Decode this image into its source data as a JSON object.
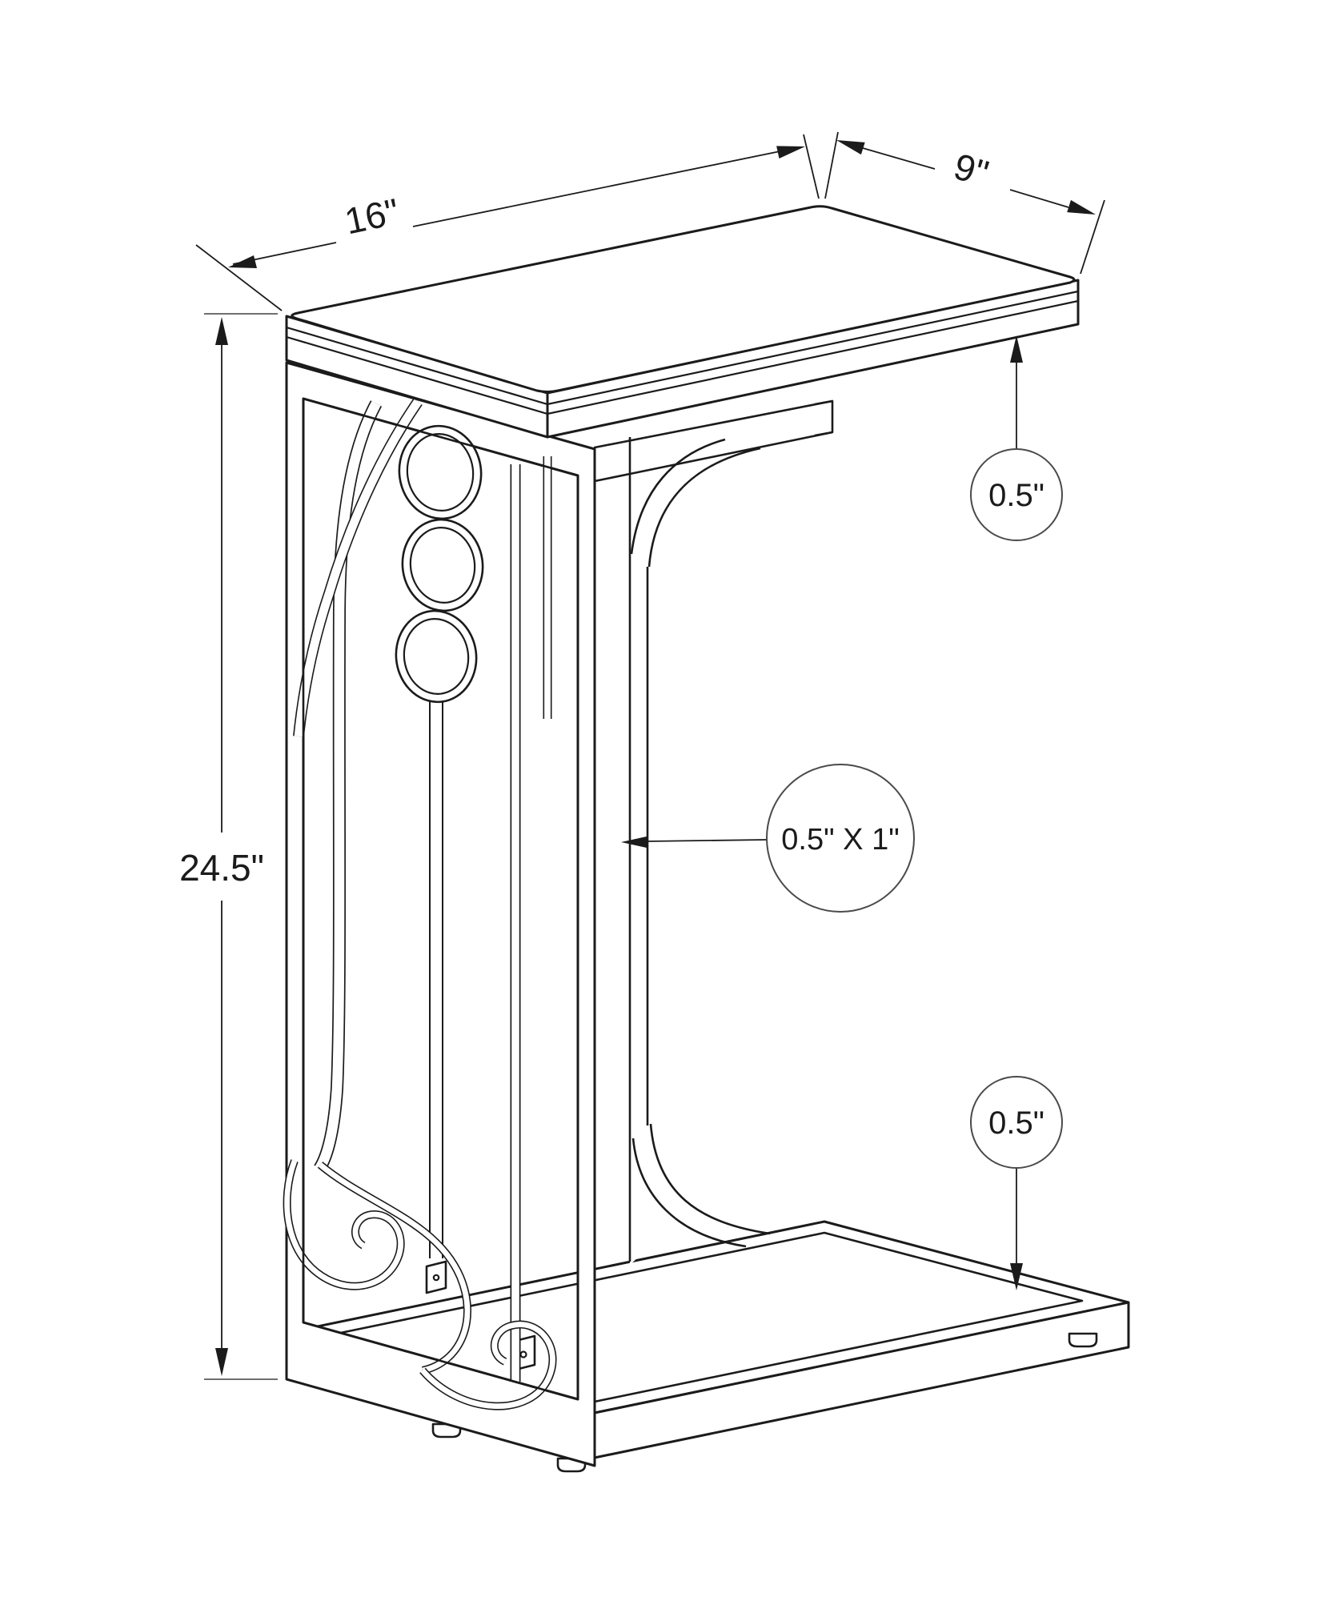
{
  "figure": {
    "kind": "product-dimension-diagram",
    "subject": "C-shaped accent side table with ornamental scroll metal frame",
    "background_color": "#ffffff",
    "line_color": "#1b1b1b"
  },
  "dimensions": {
    "top_length": {
      "label": "16\"",
      "meaning": "table top length"
    },
    "top_depth": {
      "label": "9\"",
      "meaning": "table top depth"
    },
    "height": {
      "label": "24.5\"",
      "meaning": "overall table height"
    },
    "top_thickness": {
      "label": "0.5\"",
      "meaning": "table top edge thickness"
    },
    "leg_tube": {
      "label": "0.5\" X 1\"",
      "meaning": "leg tube cross-section"
    },
    "base_thickness": {
      "label": "0.5\"",
      "meaning": "base frame tube thickness"
    }
  }
}
